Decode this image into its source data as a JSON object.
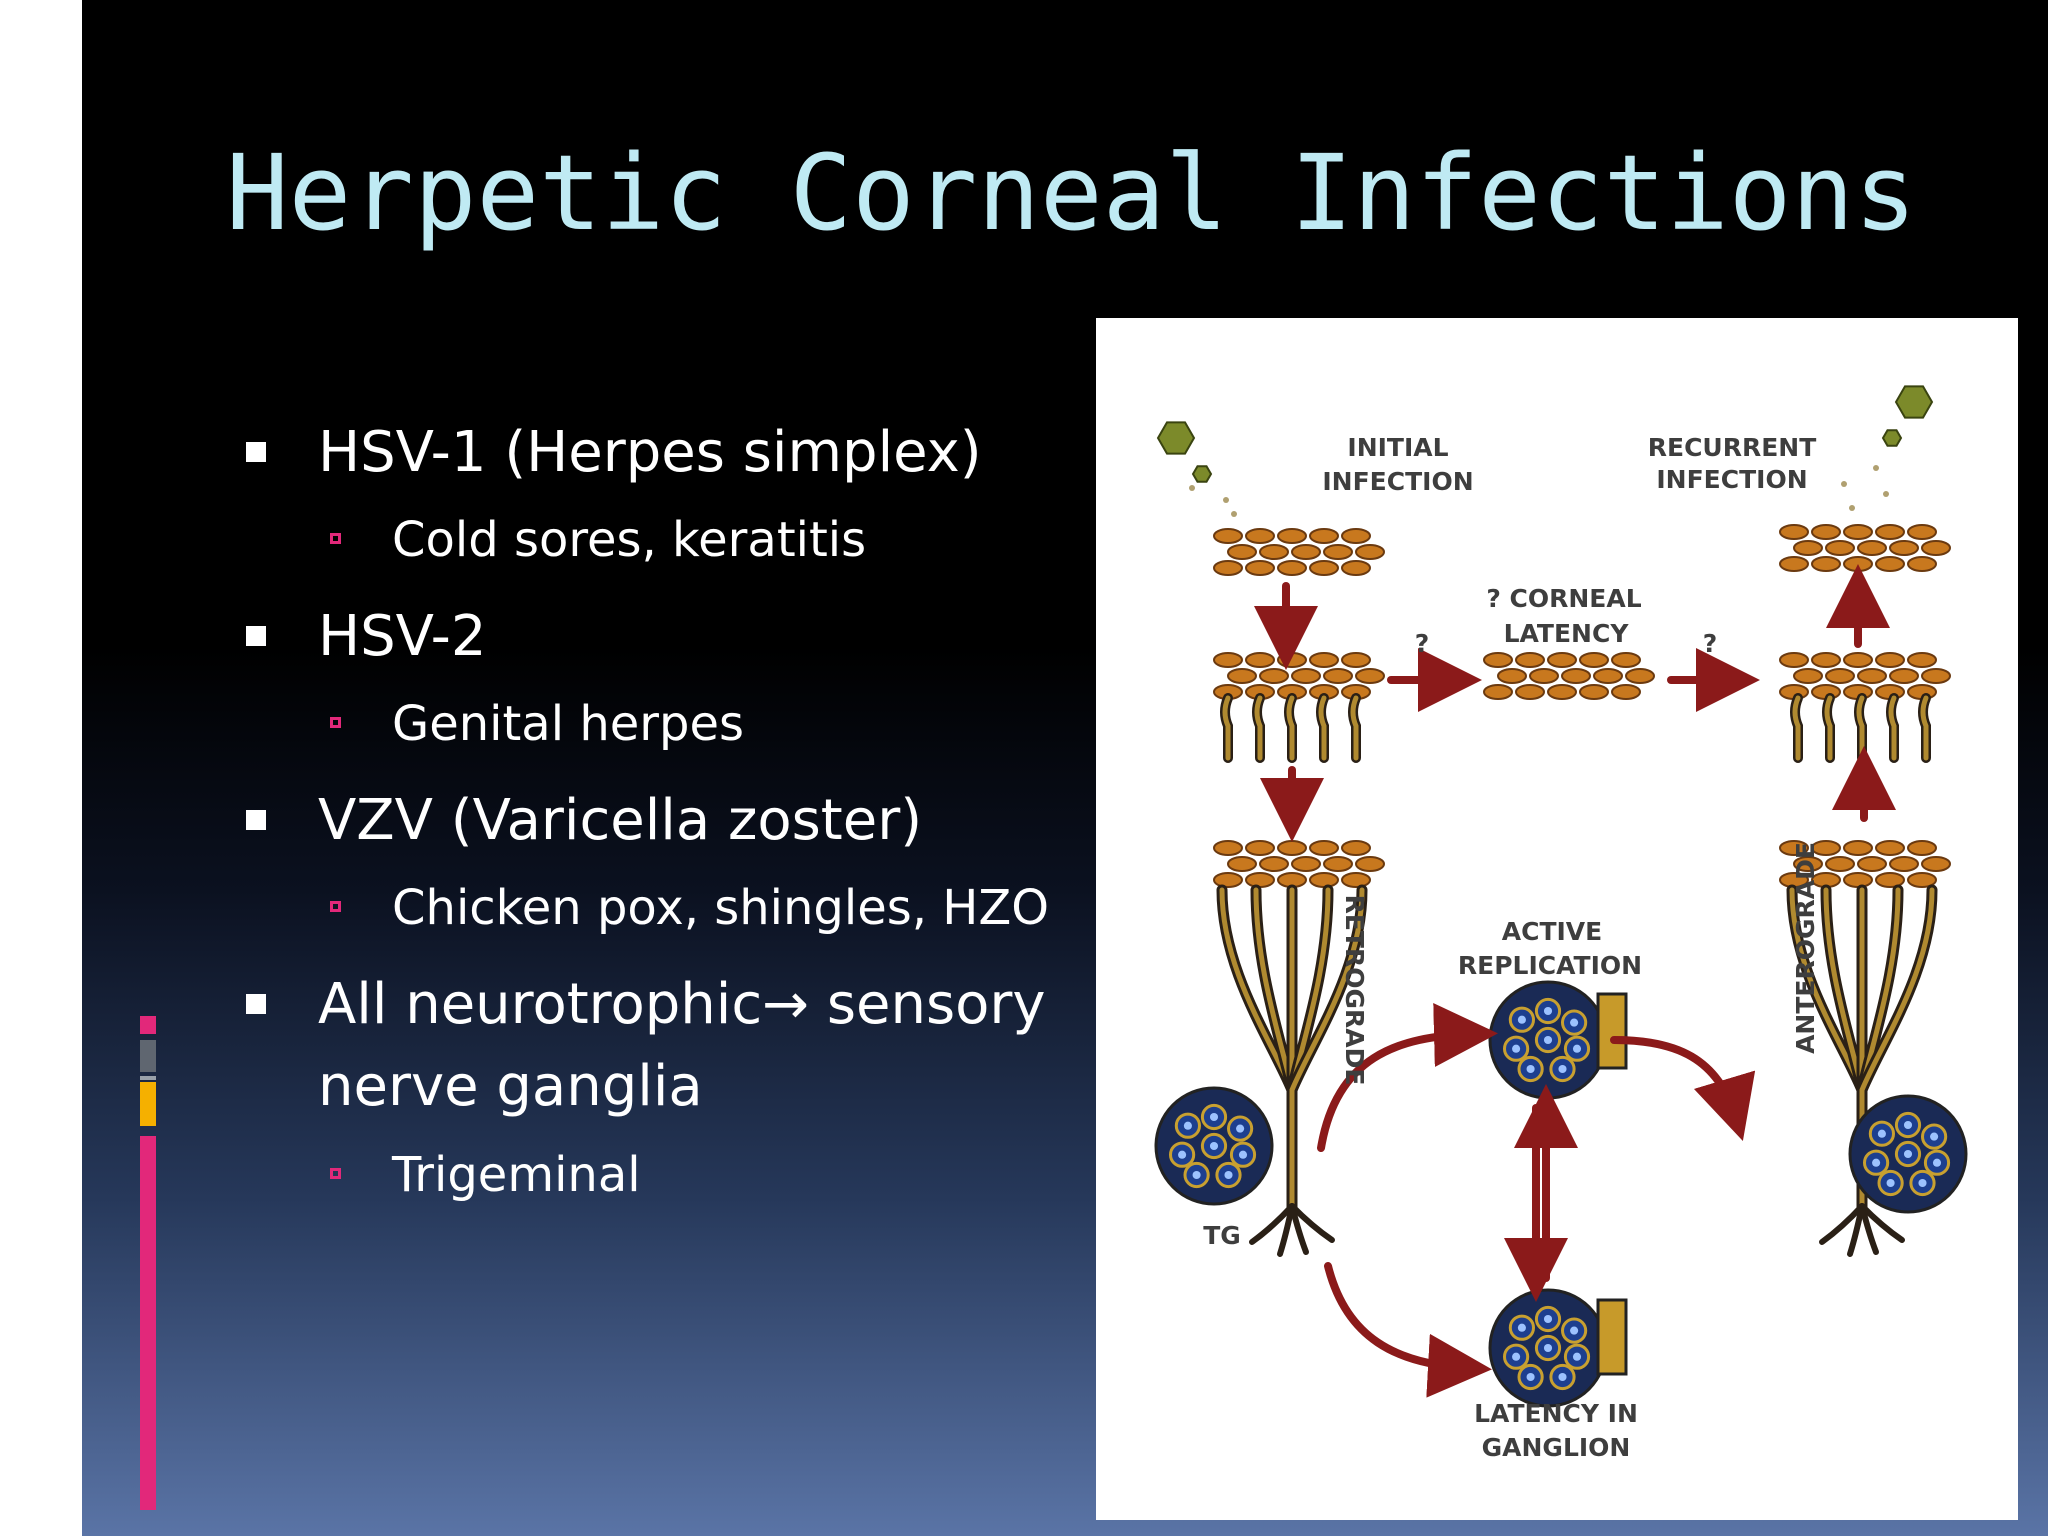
{
  "slide": {
    "title": "Herpetic Corneal Infections",
    "bullets": [
      {
        "text": "HSV-1 (Herpes simplex)",
        "sub": [
          "Cold sores, keratitis"
        ]
      },
      {
        "text": "HSV-2",
        "sub": [
          "Genital herpes"
        ]
      },
      {
        "text": "VZV (Varicella zoster)",
        "sub": [
          "Chicken pox, shingles, HZO"
        ]
      },
      {
        "text_line1": "All neurotrophic→ sensory",
        "text_line2": "nerve ganglia",
        "sub": [
          "Trigeminal"
        ]
      }
    ]
  },
  "diagram": {
    "labels": {
      "initial_1": "INITIAL",
      "initial_2": "INFECTION",
      "recurrent_1": "RECURRENT",
      "recurrent_2": "INFECTION",
      "corneal_1": "? CORNEAL",
      "corneal_2": "LATENCY",
      "q_left": "?",
      "q_right": "?",
      "active_1": "ACTIVE",
      "active_2": "REPLICATION",
      "retrograde": "RETROGRADE",
      "anterograde": "ANTEROGRADE",
      "tg": "TG",
      "latency_1": "LATENCY IN",
      "latency_2": "GANGLION"
    },
    "colors": {
      "arrow": "#8b1a1a",
      "cell": "#c8781e",
      "cell_edge": "#6b3a10",
      "nerve": "#2a2016",
      "nerve_fill": "#b08a30",
      "ganglion": "#1d3f8f",
      "virus": "#7c8a2a"
    }
  },
  "colors": {
    "title": "#bfeaf3",
    "bar_pink": "#e2287a",
    "bar_gray": "#5f6670",
    "bar_orange": "#f5b000"
  }
}
